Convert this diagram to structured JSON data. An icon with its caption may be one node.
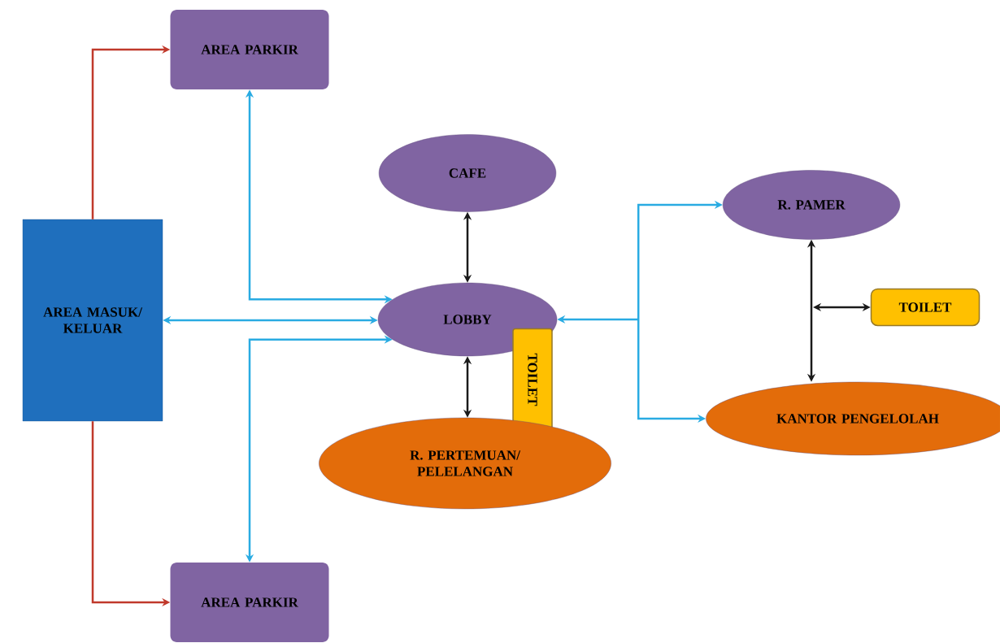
{
  "diagram": {
    "nodes": [
      {
        "text": [
          "AREA PARKIR"
        ]
      },
      {
        "text": [
          "CAFE"
        ]
      },
      {
        "text": [
          "R. PAMER"
        ]
      },
      {
        "text": [
          "AREA MASUK/ KELUAR"
        ]
      },
      {
        "text": [
          "LOBBY"
        ]
      },
      {
        "text": [
          "TOILET"
        ]
      },
      {
        "text": [
          "TOILET"
        ]
      },
      {
        "text": [
          "KANTOR PENGELOLAH"
        ]
      },
      {
        "text": [
          "R. PERTEMUAN/ PELELANGAN"
        ]
      },
      {
        "text": [
          "AREA PARKIR"
        ]
      }
    ],
    "edges": [
      {
        "from": 3,
        "to": 0,
        "arrow": "to",
        "color": "#c0392b"
      },
      {
        "from": 3,
        "to": 9,
        "arrow": "to",
        "color": "#c0392b"
      },
      {
        "from": 3,
        "to": 4,
        "arrow": "both"
      },
      {
        "from": 0,
        "to": 4,
        "arrow": "both"
      },
      {
        "from": 9,
        "to": 4,
        "arrow": "both"
      },
      {
        "from": 1,
        "to": 4,
        "arrow": "both",
        "color": "#1a1a1a"
      },
      {
        "from": 4,
        "to": 8,
        "arrow": "both",
        "color": "#1a1a1a"
      },
      {
        "from": 4,
        "to": 2,
        "arrow": "both"
      },
      {
        "from": 4,
        "to": 7,
        "arrow": "both"
      },
      {
        "from": 2,
        "to": 7,
        "arrow": "both",
        "color": "#1a1a1a"
      },
      {
        "from": null,
        "to": 6,
        "arrow": "both",
        "color": "#1a1a1a"
      }
    ]
  }
}
